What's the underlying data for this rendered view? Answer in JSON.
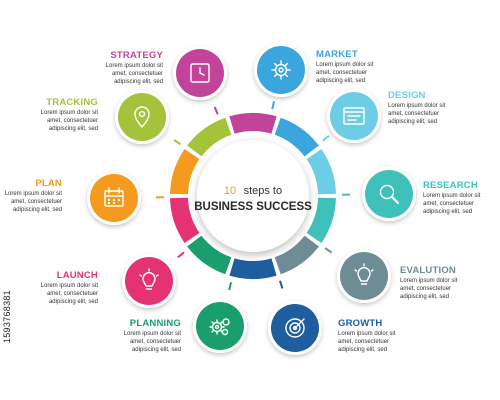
{
  "center": {
    "number": "10",
    "line1_rest": "steps to",
    "line2": "BUSINESS SUCCESS"
  },
  "colors": {
    "number": "#f39a1f"
  },
  "description": [
    "Lorem ipsum dolor sit",
    "amet, consectetuer",
    "adipiscing elit, sed"
  ],
  "steps": [
    {
      "title": "STRATEGY",
      "color": "#c1449a",
      "icon": "clock-icon"
    },
    {
      "title": "MARKET",
      "color": "#3aa6dd",
      "icon": "gear-icon"
    },
    {
      "title": "DESIGN",
      "color": "#6ecde6",
      "icon": "browser-window-icon"
    },
    {
      "title": "RESEARCH",
      "color": "#3fc1b9",
      "icon": "magnifier-icon"
    },
    {
      "title": "EVALUTION",
      "color": "#6e8c96",
      "icon": "lightbulb-icon"
    },
    {
      "title": "GROWTH",
      "color": "#1e5d9e",
      "icon": "target-icon"
    },
    {
      "title": "PLANNING",
      "color": "#1a9e6e",
      "icon": "gears-icon"
    },
    {
      "title": "LAUNCH",
      "color": "#e43273",
      "icon": "lightbulb-icon"
    },
    {
      "title": "PLAN",
      "color": "#f39a1f",
      "icon": "calendar-icon"
    },
    {
      "title": "TRACKING",
      "color": "#a4c23a",
      "icon": "location-pin-icon"
    }
  ],
  "ring_order": [
    0,
    1,
    2,
    3,
    4,
    5,
    6,
    7,
    8,
    9
  ],
  "stock_id": "1593768381"
}
